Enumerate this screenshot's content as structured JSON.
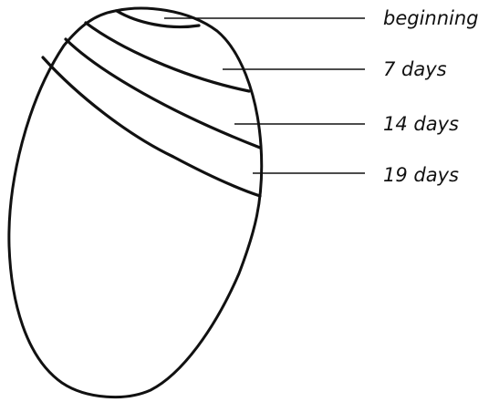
{
  "labels": {
    "beginning": "beginning",
    "day7": "7 days",
    "day14": "14 days",
    "day19": "19 days"
  },
  "colors": {
    "stroke": "#111111",
    "background": "#ffffff"
  }
}
